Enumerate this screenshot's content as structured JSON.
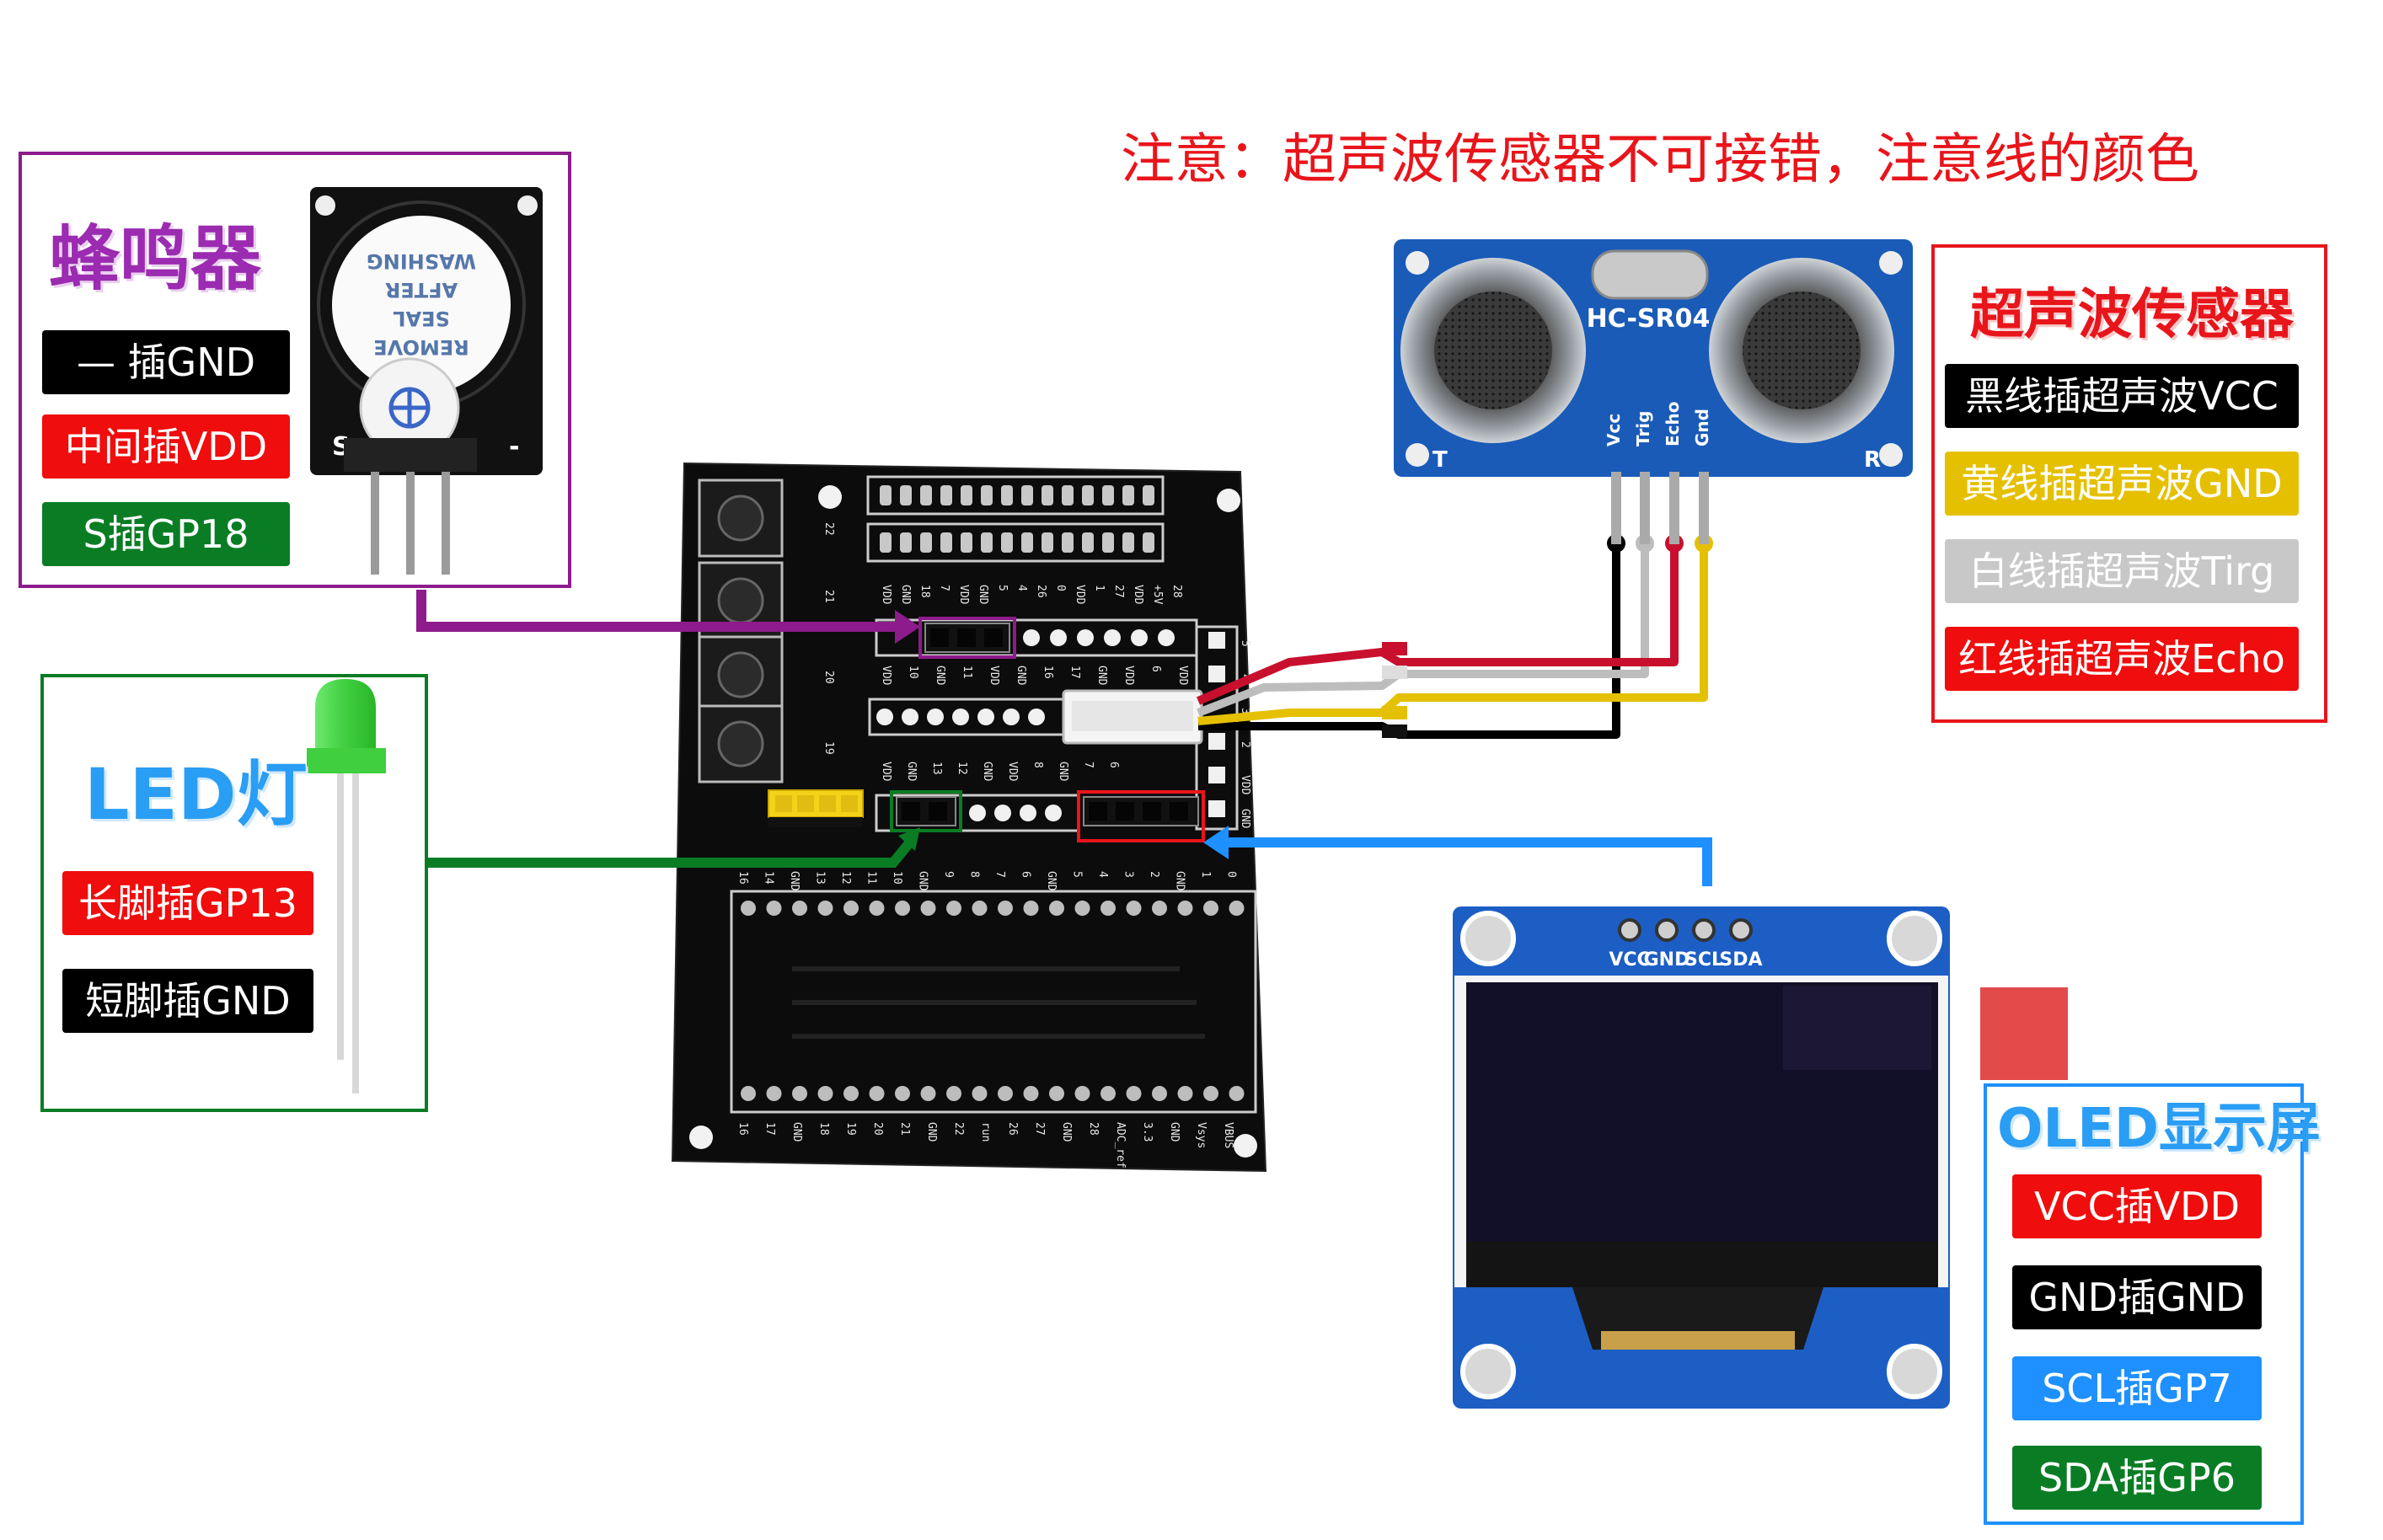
{
  "warning": "注意：超声波传感器不可接错，注意线的颜色",
  "colors": {
    "purple": "#8e1b8c",
    "green": "#0a7d24",
    "blue": "#1e90ff",
    "red": "#e8151b",
    "black": "#000000",
    "yellow": "#e5c000",
    "gray": "#c8c8c8"
  },
  "buzzer": {
    "title": "蜂鸣器",
    "labels": [
      "— 插GND",
      "中间插VDD",
      "S插GP18"
    ],
    "label_colors": [
      "#000000",
      "#f00d0d",
      "#0a7d24"
    ],
    "sticker": [
      "REMOVE",
      "SEAL",
      "AFTER",
      "WASHING"
    ],
    "pin_s": "S",
    "pin_minus": "-"
  },
  "led": {
    "title": "LED灯",
    "labels": [
      "长脚插GP13",
      "短脚插GND"
    ],
    "label_colors": [
      "#f00d0d",
      "#000000"
    ]
  },
  "ultrasonic": {
    "title": "超声波传感器",
    "model": "HC-SR04",
    "pins": [
      "Vcc",
      "Trig",
      "Echo",
      "Gnd"
    ],
    "side_t": "T",
    "side_r": "R",
    "labels": [
      "黑线插超声波VCC",
      "黄线插超声波GND",
      "白线插超声波Tirg",
      "红线插超声波Echo"
    ],
    "label_colors": [
      "#000000",
      "#e5c000",
      "#c8c8c8",
      "#f00d0d"
    ]
  },
  "oled": {
    "title": "OLED显示屏",
    "pins": [
      "VCC",
      "GND",
      "SCL",
      "SDA"
    ],
    "labels": [
      "VCC插VDD",
      "GND插GND",
      "SCL插GP7",
      "SDA插GP6"
    ],
    "label_colors": [
      "#f00d0d",
      "#000000",
      "#1e90ff",
      "#0a7d24"
    ]
  },
  "board": {
    "top_row_labels": [
      "VDD",
      "GND",
      "18",
      "7",
      "VDD",
      "GND",
      "5",
      "4",
      "26",
      "0",
      "VDD",
      "1",
      "27",
      "VDD",
      "+5V",
      "28"
    ],
    "mid_row_labels": [
      "VDD",
      "10",
      "GND",
      "11",
      "VDD",
      "GND",
      "16",
      "17",
      "GND",
      "VDD",
      "6",
      "VDD"
    ],
    "low_row_labels": [
      "VDD",
      "GND",
      "13",
      "12",
      "GND",
      "VDD",
      "8",
      "GND",
      "7",
      "6"
    ],
    "bottom_header_top": [
      "16",
      "14",
      "GND",
      "13",
      "12",
      "11",
      "10",
      "GND",
      "9",
      "8",
      "7",
      "6",
      "GND",
      "5",
      "4",
      "3",
      "2",
      "GND",
      "1",
      "0"
    ],
    "bottom_header_bottom": [
      "16",
      "17",
      "GND",
      "18",
      "19",
      "20",
      "21",
      "GND",
      "22",
      "run",
      "26",
      "27",
      "GND",
      "28",
      "ADC_ref",
      "3.3",
      "GND",
      "Vsys",
      "VBUS"
    ],
    "side_numbers": [
      "22",
      "21",
      "20",
      "19"
    ],
    "right_labels": [
      "5",
      "4",
      "3",
      "2",
      "VDD",
      "GND"
    ]
  }
}
